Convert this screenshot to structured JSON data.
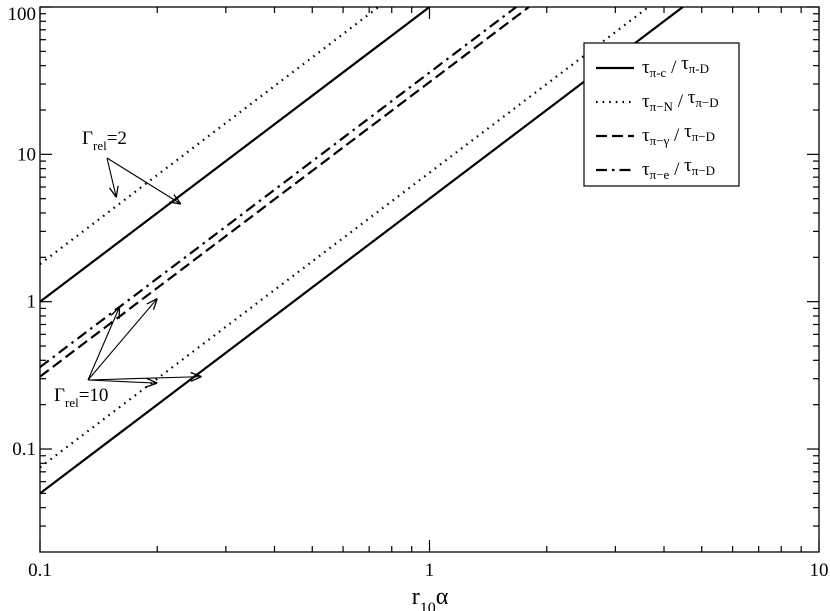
{
  "chart_data": {
    "type": "line",
    "xscale": "log",
    "yscale": "log",
    "xlim": [
      0.1,
      10
    ],
    "ylim": [
      0.02,
      100
    ],
    "xlabel": {
      "main": "r",
      "sub": "10",
      "tail": "α"
    },
    "xticks": [
      {
        "value": 0.1,
        "label": "0.1"
      },
      {
        "value": 1,
        "label": "1"
      },
      {
        "value": 10,
        "label": "10"
      }
    ],
    "yticks": [
      {
        "value": 0.1,
        "label": "0.1"
      },
      {
        "value": 1,
        "label": "1"
      },
      {
        "value": 10,
        "label": "10"
      },
      {
        "value": 100,
        "label": "100"
      }
    ],
    "grid": false,
    "legend_position": "top-right",
    "legend": [
      {
        "style": "solid",
        "tau1": "τ",
        "sub1": "π-c",
        "sep": " / ",
        "tau2": "τ",
        "sub2": "π-D"
      },
      {
        "style": "dotted",
        "tau1": "τ",
        "sub1": "π−N",
        "sep": " / ",
        "tau2": "τ",
        "sub2": "π−D"
      },
      {
        "style": "dashed",
        "tau1": "τ",
        "sub1": "π−γ",
        "sep": " / ",
        "tau2": "τ",
        "sub2": "π−D"
      },
      {
        "style": "dashdot",
        "tau1": "τ",
        "sub1": "π−e",
        "sep": " / ",
        "tau2": "τ",
        "sub2": "π−D"
      }
    ],
    "series": [
      {
        "style": "solid",
        "group": "Γrel=2",
        "points": [
          [
            0.1,
            1.0
          ],
          [
            1.0,
            100
          ]
        ]
      },
      {
        "style": "dotted",
        "group": "Γrel=2",
        "points": [
          [
            0.1,
            1.8
          ],
          [
            0.74,
            100
          ]
        ]
      },
      {
        "style": "solid",
        "group": "Γrel=10",
        "points": [
          [
            0.1,
            0.05
          ],
          [
            4.47,
            100
          ]
        ]
      },
      {
        "style": "dotted",
        "group": "Γrel=10",
        "points": [
          [
            0.1,
            0.075
          ],
          [
            3.65,
            100
          ]
        ]
      },
      {
        "style": "dashed",
        "group": "Γrel=10",
        "points": [
          [
            0.1,
            0.31
          ],
          [
            1.8,
            100
          ]
        ]
      },
      {
        "style": "dashdot",
        "group": "Γrel=10",
        "points": [
          [
            0.1,
            0.36
          ],
          [
            1.67,
            100
          ]
        ]
      }
    ],
    "annotations": [
      {
        "label": {
          "main": "Γ",
          "sub": "rel",
          "tail": "=2"
        },
        "targets": [
          [
            0.157,
            5.1
          ],
          [
            0.23,
            4.6
          ]
        ]
      },
      {
        "label": {
          "main": "Γ",
          "sub": "rel",
          "tail": "=10"
        },
        "targets": [
          [
            0.16,
            0.92
          ],
          [
            0.2,
            1.05
          ],
          [
            0.2,
            0.28
          ],
          [
            0.26,
            0.31
          ]
        ]
      }
    ]
  }
}
